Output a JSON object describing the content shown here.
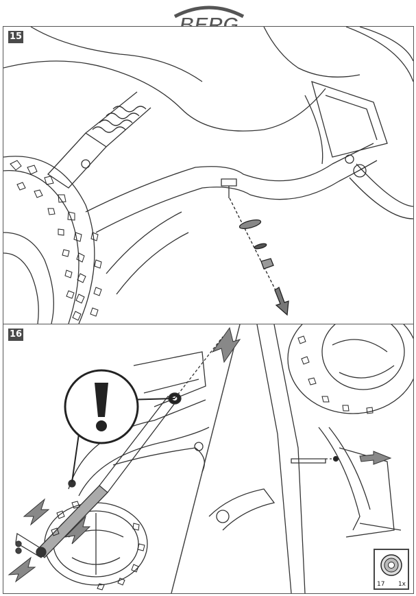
{
  "brand": {
    "logo_text": "BERG",
    "accent": "#4a4a4a"
  },
  "steps": [
    {
      "number": "15"
    },
    {
      "number": "16"
    }
  ],
  "reference": {
    "part_number": "17",
    "quantity": "1x"
  },
  "icons": [
    "warning-exclamation-icon",
    "direction-arrow-icon",
    "nut-part-icon"
  ]
}
